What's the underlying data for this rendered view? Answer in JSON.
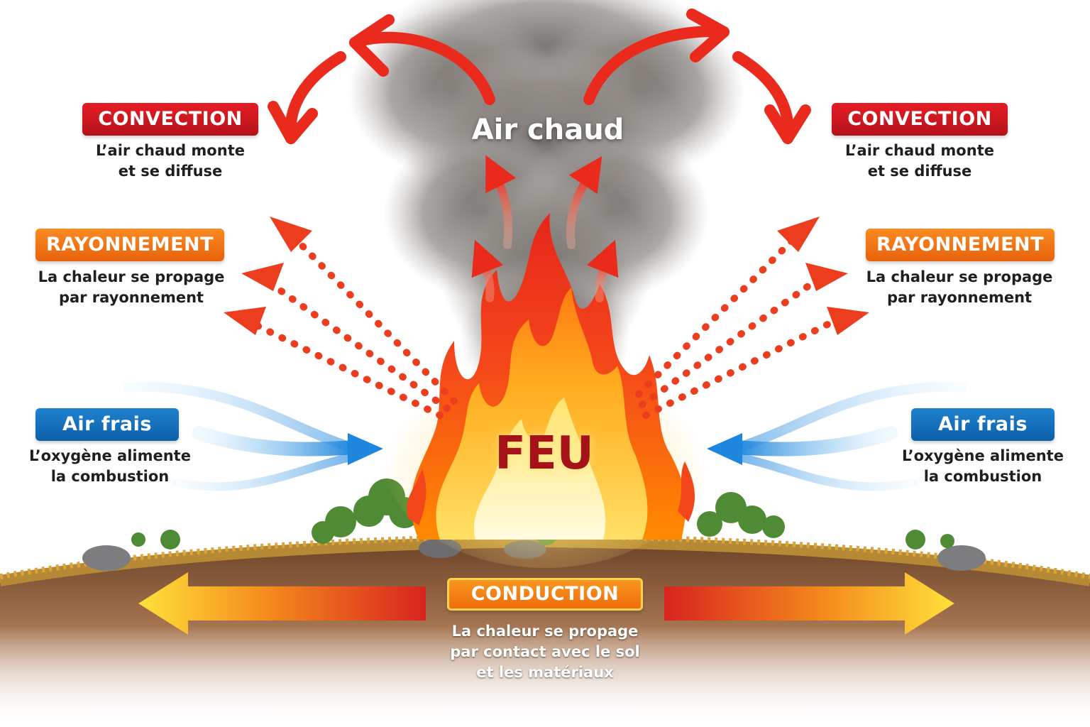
{
  "center": {
    "hot_air_label": "Air chaud",
    "fire_label": "FEU"
  },
  "left": {
    "convection": {
      "title": "CONVECTION",
      "lines": [
        "L’air chaud monte",
        "et se diffuse"
      ]
    },
    "radiation": {
      "title": "RAYONNEMENT",
      "lines": [
        "La chaleur se propage",
        "par rayonnement"
      ]
    },
    "fresh_air": {
      "title": "Air frais",
      "lines": [
        "L’oxygène alimente",
        "la combustion"
      ]
    }
  },
  "right": {
    "convection": {
      "title": "CONVECTION",
      "lines": [
        "L’air chaud monte",
        "et se diffuse"
      ]
    },
    "radiation": {
      "title": "RAYONNEMENT",
      "lines": [
        "La chaleur se propage",
        "par rayonnement"
      ]
    },
    "fresh_air": {
      "title": "Air frais",
      "lines": [
        "L’oxygène alimente",
        "la combustion"
      ]
    }
  },
  "conduction": {
    "title": "CONDUCTION",
    "lines": [
      "La chaleur se propage",
      "par contact avec le sol",
      "et les matériaux"
    ]
  },
  "colors": {
    "convection": "#d7151f",
    "radiation": "#f0731a",
    "fresh_air": "#1570bf",
    "conduction": "#f28a1c",
    "smoke": "#8a8580",
    "soil": "#8a5a36"
  },
  "icons": [
    "convection-arrow-icon",
    "radiation-arrow-icon",
    "fresh-air-arrow-icon",
    "conduction-arrow-icon",
    "flame-icon",
    "smoke-cloud-icon"
  ]
}
